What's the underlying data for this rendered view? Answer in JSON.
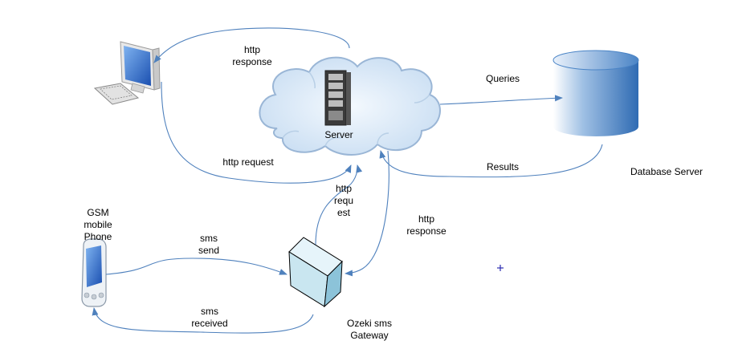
{
  "labels": {
    "http_response_top": "http\nresponse",
    "server": "Server",
    "queries": "Queries",
    "results": "Results",
    "database_server": "Database Server",
    "http_request_left": "http request",
    "http_request_vertical": "http\nrequ\nest",
    "http_response_right": "http\nresponse",
    "gsm_phone": "GSM\nmobile\nPhone",
    "sms_send": "sms\nsend",
    "sms_received": "sms\nreceived",
    "gateway": "Ozeki sms\nGateway"
  },
  "colors": {
    "arrow": "#4f81bd",
    "cloud_fill": "#dbe9f7",
    "cloud_stroke": "#9ab6d6",
    "database": "#2f6bb3",
    "gateway_fill": "#c9e6f0"
  }
}
